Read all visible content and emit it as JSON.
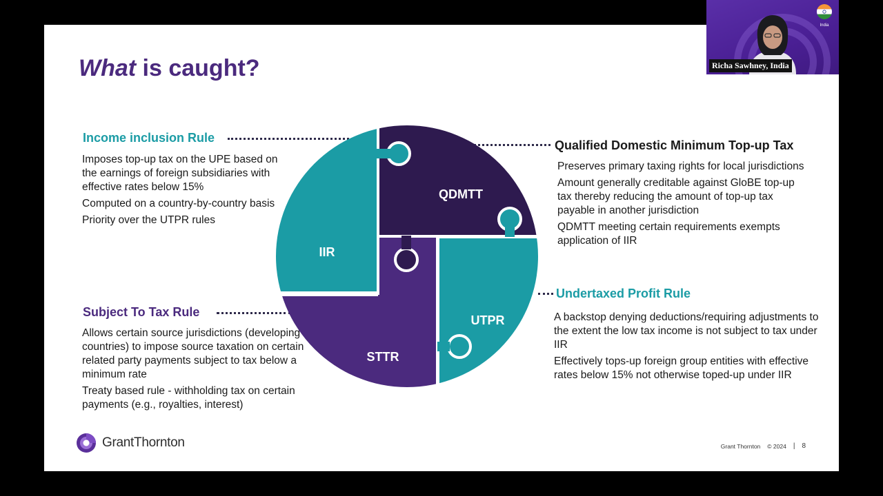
{
  "slide": {
    "title_em": "What",
    "title_rest": " is caught?",
    "iir": {
      "heading": "Income inclusion Rule",
      "points": [
        "Imposes top-up tax on the UPE based on the earnings of foreign subsidiaries with effective rates below 15%",
        "Computed on a country-by-country basis",
        "Priority over the UTPR rules"
      ]
    },
    "sttr": {
      "heading": "Subject To Tax Rule",
      "points": [
        "Allows certain source jurisdictions (developing countries) to impose source taxation on certain related party payments subject to tax below a minimum rate",
        "Treaty based rule - withholding tax on certain payments (e.g., royalties, interest)"
      ]
    },
    "qdmtt": {
      "heading": "Qualified Domestic Minimum Top-up Tax",
      "points": [
        "Preserves primary taxing rights for local jurisdictions",
        "Amount generally creditable against GloBE top-up tax thereby reducing the amount of top-up tax payable in another jurisdiction",
        "QDMTT meeting certain requirements exempts application of IIR"
      ]
    },
    "utpr": {
      "heading": "Undertaxed Profit Rule",
      "points": [
        "A backstop denying deductions/requiring adjustments to the extent the low tax income is not subject to tax under IIR",
        "Effectively tops-up foreign group entities with effective rates below 15% not otherwise toped-up under IIR"
      ]
    },
    "pieces": {
      "iir": "IIR",
      "qdmtt": "QDMTT",
      "utpr": "UTPR",
      "sttr": "STTR"
    },
    "footer": {
      "logo_text": "GrantThornton",
      "company": "Grant Thornton",
      "copyright": "© 2024",
      "separator": "|",
      "page": "8"
    }
  },
  "video": {
    "participant_name": "Richa Sawhney, India",
    "flag_label": "India"
  },
  "colors": {
    "teal": "#1b9ca5",
    "dark_purple": "#2e1a4f",
    "purple": "#4b2a7e",
    "title": "#4b2a7e",
    "video_bg": "#4a1f94"
  },
  "icons": {
    "logo": "grant-thornton-logo-icon",
    "flag": "india-flag-icon",
    "avatar": "participant-avatar"
  }
}
